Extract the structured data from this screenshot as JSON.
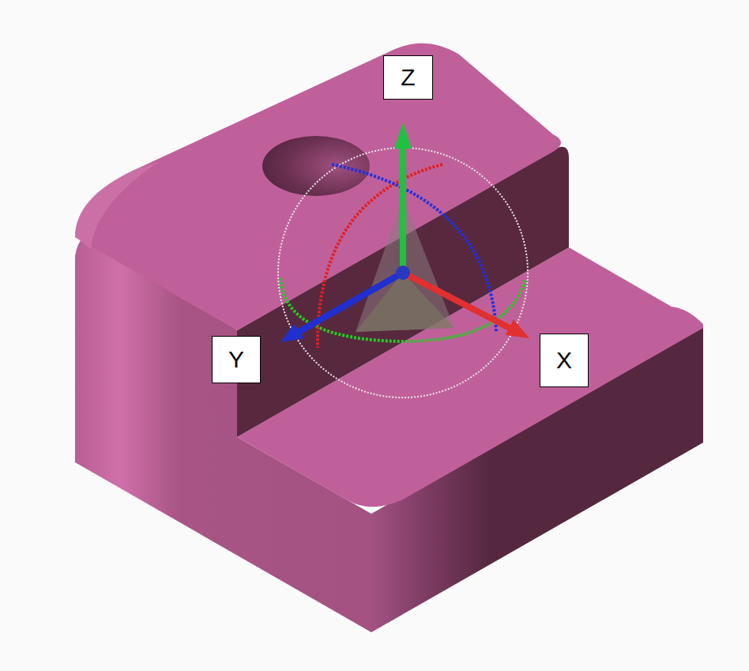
{
  "diagram": {
    "nodes": [
      {
        "text": [
          "Z"
        ]
      },
      {
        "text": [
          "Y"
        ]
      },
      {
        "text": [
          "X"
        ]
      }
    ]
  }
}
